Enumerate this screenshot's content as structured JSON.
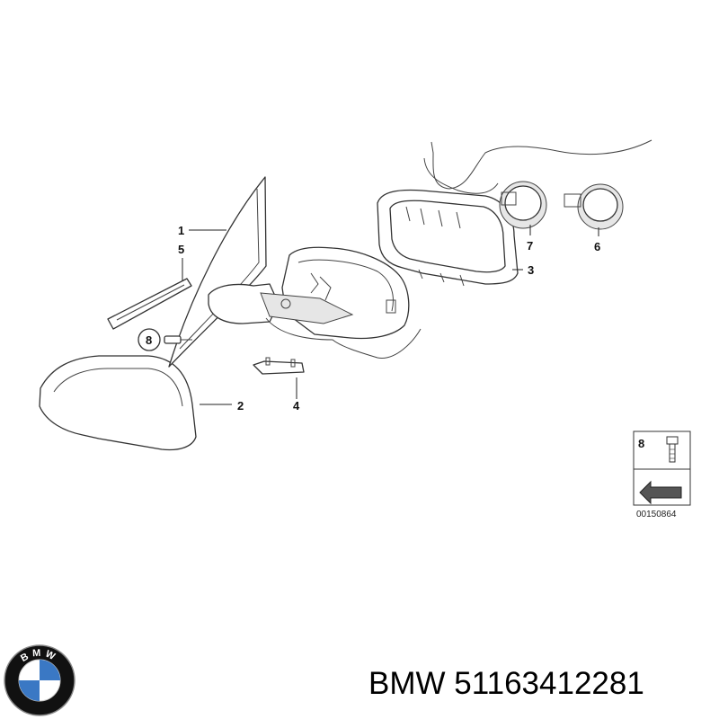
{
  "callouts": [
    {
      "id": "1",
      "label": "1"
    },
    {
      "id": "5",
      "label": "5"
    },
    {
      "id": "8",
      "label": "8"
    },
    {
      "id": "2",
      "label": "2"
    },
    {
      "id": "4",
      "label": "4"
    },
    {
      "id": "3",
      "label": "3"
    },
    {
      "id": "7",
      "label": "7"
    },
    {
      "id": "6",
      "label": "6"
    }
  ],
  "legend_box": {
    "part_number": "8"
  },
  "drawing_ref": "00150864",
  "brand_name": "BMW",
  "part_code": "51163412281",
  "logo": {
    "text": "BMW",
    "quadrant_blue": "#3a78c4",
    "quadrant_white": "#ffffff",
    "ring_color": "#111111"
  }
}
